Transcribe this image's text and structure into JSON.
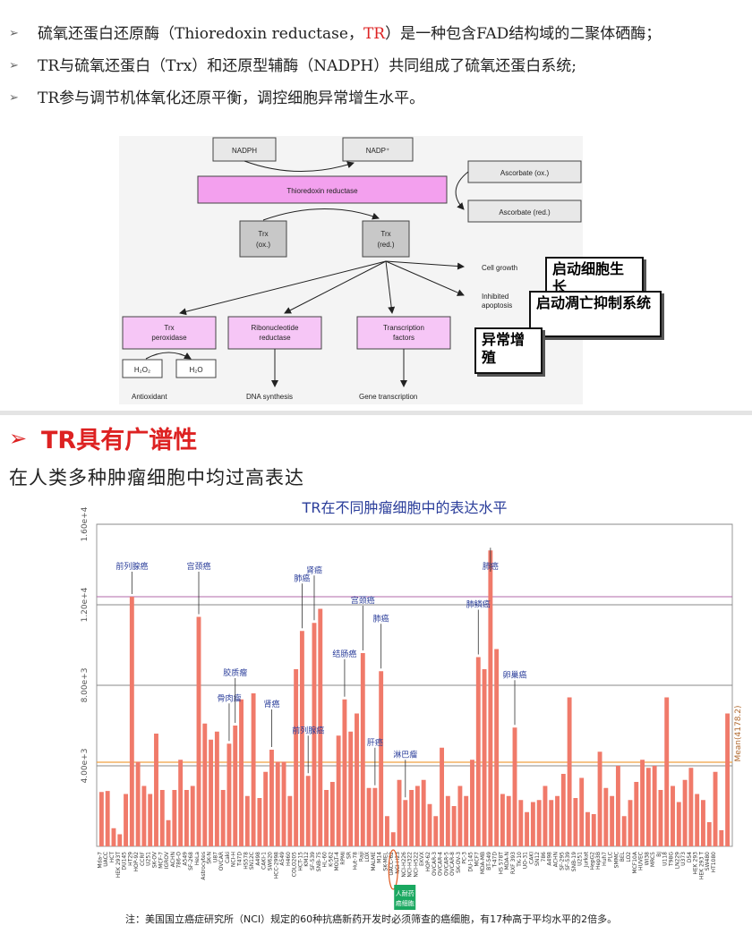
{
  "bullets": [
    {
      "pre": "硫氧还蛋白还原酶（Thioredoxin reductase，",
      "highlight": "TR",
      "post": "）是一种包含FAD结构域的二聚体硒酶；"
    },
    {
      "pre": "TR与硫氧还蛋白（Trx）和还原型辅酶（NADPH）共同组成了硫氧还蛋白系统;",
      "highlight": "",
      "post": ""
    },
    {
      "pre": "TR参与调节机体氧化还原平衡，调控细胞异常增生水平。",
      "highlight": "",
      "post": ""
    }
  ],
  "diagram": {
    "nadph": "NADPH",
    "nadp": "NADP⁺",
    "thioredoxin_reductase": "Thioredoxin reductase",
    "ascorbate_ox": "Ascorbate (ox.)",
    "ascorbate_red": "Ascorbate (red.)",
    "trx_ox": [
      "Trx",
      "(ox.)"
    ],
    "trx_red": [
      "Trx",
      "(red.)"
    ],
    "cell_growth": "Cell growth",
    "inhibited_apoptosis": [
      "Inhibited",
      "apoptosis"
    ],
    "trx_peroxidase": [
      "Trx",
      "peroxidase"
    ],
    "ribonucleotide_reductase": [
      "Ribonucleotide",
      "reductase"
    ],
    "transcription_factors": [
      "Transcription",
      "factors"
    ],
    "h2o2": "H₂O₂",
    "h2o": "H₂O",
    "antioxidant": "Antioxidant",
    "dna_synthesis": "DNA synthesis",
    "gene_transcription": "Gene transcription",
    "colors": {
      "pink": "#f6c6f6",
      "magenta": "#f3a0ee",
      "grey": "#c8c8c8"
    }
  },
  "callouts": {
    "growth": "启动细胞生长",
    "apoptosis": "启动凋亡抑制系统",
    "abnormal": "异常增殖"
  },
  "section": {
    "title": "TR具有广谱性",
    "subtitle": "在人类多种肿瘤细胞中均过高表达"
  },
  "chart_data": {
    "type": "bar",
    "title": "TR在不同肿瘤细胞中的表达水平",
    "ylim": [
      0,
      16000
    ],
    "yticks": [
      "4.00e+3",
      "8.00e+3",
      "1.20e+4",
      "1.60e+4"
    ],
    "mean_label": "Mean(4178.2)",
    "mean": 4178.2,
    "reference_line": 12400,
    "bar_color": "#f07a6a",
    "values": [
      2700,
      2750,
      900,
      600,
      2600,
      12400,
      4200,
      3000,
      2600,
      5600,
      2800,
      1300,
      2800,
      4300,
      2800,
      3000,
      11400,
      6100,
      5300,
      5700,
      2800,
      5100,
      6000,
      7300,
      2500,
      7600,
      2400,
      3700,
      4800,
      4200,
      4200,
      2500,
      8800,
      10700,
      3500,
      11100,
      11800,
      2800,
      3200,
      5500,
      7300,
      5700,
      6600,
      9600,
      2900,
      2900,
      8700,
      1500,
      700,
      3300,
      2300,
      2800,
      3000,
      3300,
      2100,
      1500,
      4900,
      2500,
      2000,
      3000,
      2500,
      4300,
      9400,
      8800,
      14700,
      9800,
      2600,
      2500,
      5900,
      2300,
      1700,
      2200,
      2300,
      3000,
      2300,
      2500,
      3600,
      7400,
      2400,
      3400,
      1700,
      1600,
      4700,
      2900,
      2500,
      4000,
      1500,
      2300,
      3200,
      4300,
      3900,
      4000,
      2800,
      7400,
      3000,
      2200,
      3300,
      3900,
      2600,
      2300,
      1200,
      3700,
      800,
      6600
    ],
    "annotations": [
      {
        "text": "前列腺癌",
        "bar": 5
      },
      {
        "text": "宫颈癌",
        "bar": 16
      },
      {
        "text": "骨肉瘤",
        "bar": 21
      },
      {
        "text": "胶质瘤",
        "bar": 22
      },
      {
        "text": "肾癌",
        "bar": 28
      },
      {
        "text": "肺癌",
        "bar": 33
      },
      {
        "text": "前列腺癌",
        "bar": 34
      },
      {
        "text": "肾癌",
        "bar": 35
      },
      {
        "text": "结肠癌",
        "bar": 40
      },
      {
        "text": "宫颈癌",
        "bar": 43
      },
      {
        "text": "肝癌",
        "bar": 45
      },
      {
        "text": "肺癌",
        "bar": 46
      },
      {
        "text": "淋巴瘤",
        "bar": 50
      },
      {
        "text": "肺鳞癌",
        "bar": 62
      },
      {
        "text": "肺癌",
        "bar": 64
      },
      {
        "text": "卵巢癌",
        "bar": 68
      }
    ],
    "xlabels": [
      "Mda-7",
      "UACC",
      "HCT",
      "HEK 293T",
      "DU145",
      "HT29",
      "HOP-92",
      "CCRF",
      "U251",
      "SK-OV",
      "MCF-7",
      "IGROV",
      "ACHN",
      "786-O",
      "A549",
      "SF-268",
      "HeLa",
      "Astrocytes",
      "SK-N",
      "U87",
      "OVCAR",
      "Caki",
      "NCI-H",
      "T47D",
      "HS578",
      "SN12C",
      "A498",
      "CAKI-1",
      "SW620",
      "HCC-2998",
      "A549",
      "H460",
      "COLO205",
      "HCT-15",
      "KM12",
      "SF-539",
      "SNB-75",
      "HL-60",
      "K-562",
      "MOLT-4",
      "RPMI",
      "SR",
      "Hut-78",
      "Raji",
      "LOX",
      "MALME",
      "M14",
      "SK-MEL",
      "UACC-62",
      "NCI-H23",
      "NCI-H226",
      "NCI-H322",
      "NCI-H522",
      "EKVX",
      "HOP-62",
      "OVCAR-3",
      "OVCAR-4",
      "OVCAR-5",
      "OVCAR-8",
      "SK-OV-3",
      "PC-3",
      "DU-145",
      "MCF7",
      "MDA-MB",
      "BT-549",
      "T-47D",
      "HS 578T",
      "MDA-N",
      "RXF 393",
      "TK-10",
      "UO-31",
      "CAKI",
      "SN12",
      "786",
      "A498",
      "ACHN",
      "SF-295",
      "SF-539",
      "SNB-19",
      "U251",
      "Jurkat",
      "HepG2",
      "Hep3B",
      "Huh7",
      "PLC",
      "SMMC",
      "BEL",
      "LO2",
      "MCF10A",
      "HUVEC",
      "WI38",
      "MRC5",
      "BJ",
      "U118",
      "T98G",
      "LN229",
      "U373",
      "D54",
      "HEK 293",
      "HEK 293 T",
      "SW480",
      "HT1080"
    ],
    "footnote": "注：美国国立癌症研究所（NCI）规定的60种抗癌新药开发时必须筛查的癌细胞，有17种高于平均水平的2倍多。",
    "highlight_label": [
      "人耐药",
      "癌细胞"
    ],
    "highlight_bar": 48
  }
}
